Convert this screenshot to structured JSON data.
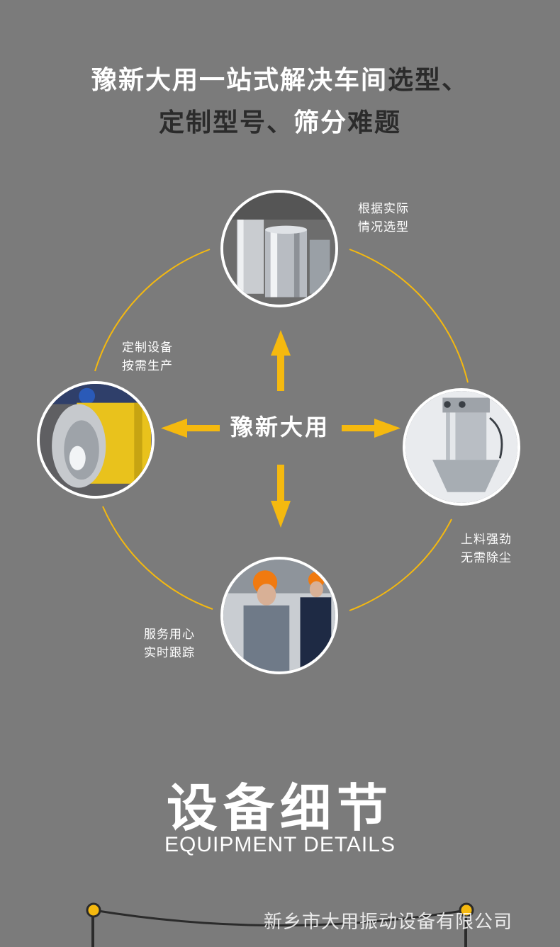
{
  "headline": {
    "line1_part1": "豫新大用一站式解决车间",
    "line1_part2": "选型、",
    "line2_part1": "定制型号、",
    "line2_part2": "筛分",
    "line2_part3": "难题"
  },
  "center_label": "豫新大用",
  "captions": {
    "top_right": [
      "根据实际",
      "情况选型"
    ],
    "left": [
      "定制设备",
      "按需生产"
    ],
    "right": [
      "上料强劲",
      "无需除尘"
    ],
    "bottom_left": [
      "服务用心",
      "实时跟踪"
    ]
  },
  "section": {
    "title": "设备细节",
    "subtitle": "EQUIPMENT DETAILS"
  },
  "watermark": "新乡市大用振动设备有限公司",
  "colors": {
    "background": "#7b7b7b",
    "accent_yellow": "#f5b90f",
    "dark_text": "#2b2b2b",
    "light_text": "#ffffff"
  }
}
